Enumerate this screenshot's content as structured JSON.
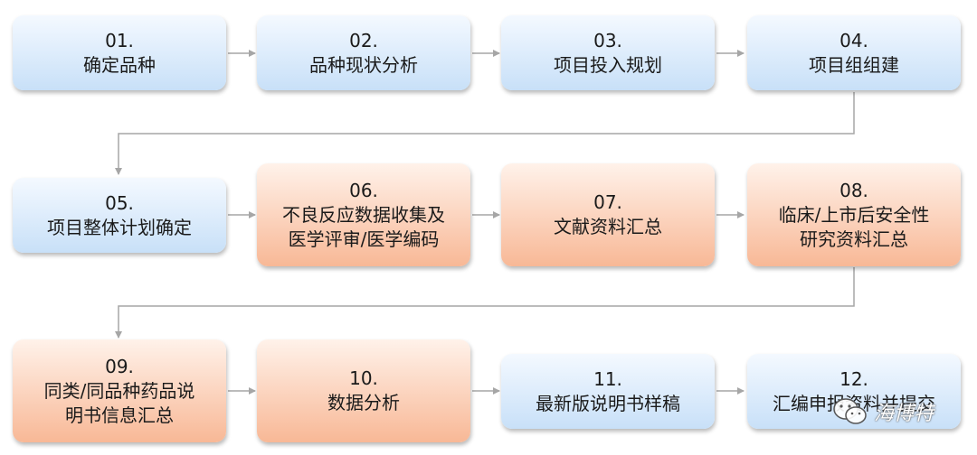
{
  "steps": [
    {
      "num": "01.",
      "label": "确定品种",
      "style": "blue"
    },
    {
      "num": "02.",
      "label": "品种现状分析",
      "style": "blue"
    },
    {
      "num": "03.",
      "label": "项目投入规划",
      "style": "blue"
    },
    {
      "num": "04.",
      "label": "项目组组建",
      "style": "blue"
    },
    {
      "num": "05.",
      "label": "项目整体计划确定",
      "style": "blue"
    },
    {
      "num": "06.",
      "label": "不良反应数据收集及\n医学评审/医学编码",
      "style": "orange"
    },
    {
      "num": "07.",
      "label": "文献资料汇总",
      "style": "orange"
    },
    {
      "num": "08.",
      "label": "临床/上市后安全性\n研究资料汇总",
      "style": "orange"
    },
    {
      "num": "09.",
      "label": "同类/同品种药品说\n明书信息汇总",
      "style": "orange"
    },
    {
      "num": "10.",
      "label": "数据分析",
      "style": "orange"
    },
    {
      "num": "11.",
      "label": "最新版说明书样稿",
      "style": "blue"
    },
    {
      "num": "12.",
      "label": "汇编申报资料并提交",
      "style": "blue"
    }
  ],
  "colors": {
    "blue_top": "#f4f9ff",
    "blue_bottom": "#c8e0f8",
    "orange_top": "#fff2ea",
    "orange_bottom": "#f8b896",
    "connector": "#a6a6a6"
  },
  "watermark": {
    "icon": "wechat-icon",
    "text": "海博特"
  }
}
